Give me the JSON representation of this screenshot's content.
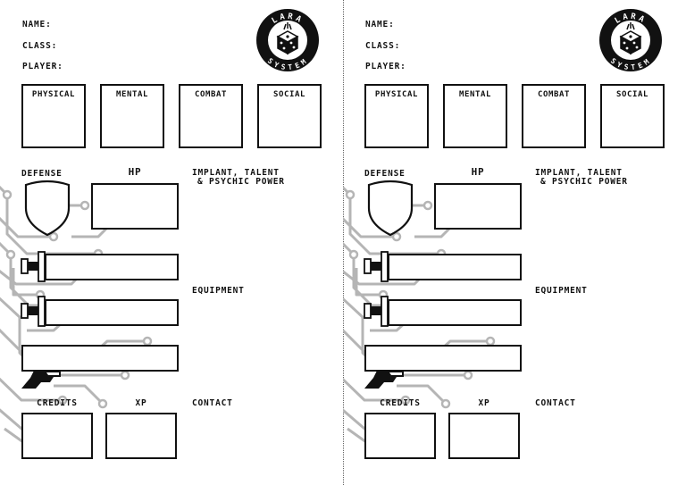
{
  "sheets": [
    {
      "logo": {
        "text": "LARA SYSTEM"
      },
      "fields": {
        "name": "NAME:",
        "class": "CLASS:",
        "player": "PLAYER:"
      },
      "stats": [
        "PHYSICAL",
        "MENTAL",
        "COMBAT",
        "SOCIAL"
      ],
      "defense_label": "DEFENSE",
      "hp_label": "HP",
      "implant_label": [
        "IMPLANT, TALENT",
        "& PSYCHIC POWER"
      ],
      "equipment_label": "EQUIPMENT",
      "credits_label": "CREDITS",
      "xp_label": "XP",
      "contact_label": "CONTACT"
    },
    {
      "logo": {
        "text": "LARA SYSTEM"
      },
      "fields": {
        "name": "NAME:",
        "class": "CLASS:",
        "player": "PLAYER:"
      },
      "stats": [
        "PHYSICAL",
        "MENTAL",
        "COMBAT",
        "SOCIAL"
      ],
      "defense_label": "DEFENSE",
      "hp_label": "HP",
      "implant_label": [
        "IMPLANT, TALENT",
        "& PSYCHIC POWER"
      ],
      "equipment_label": "EQUIPMENT",
      "credits_label": "CREDITS",
      "xp_label": "XP",
      "contact_label": "CONTACT"
    }
  ]
}
